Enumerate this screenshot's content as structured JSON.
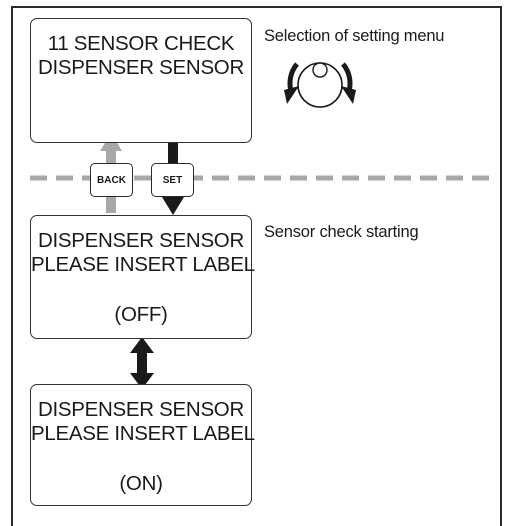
{
  "screens": [
    {
      "lines": [
        "11 SENSOR CHECK",
        "DISPENSER SENSOR"
      ]
    },
    {
      "lines": [
        "DISPENSER SENSOR",
        "PLEASE INSERT LABEL",
        "(OFF)"
      ]
    },
    {
      "lines": [
        "DISPENSER SENSOR",
        "PLEASE INSERT LABEL",
        "(ON)"
      ]
    }
  ],
  "notes": {
    "dial": "Selection of setting menu",
    "start": "Sensor check starting"
  },
  "keys": {
    "back": "BACK",
    "set": "SET"
  },
  "icons": [
    "rotary-dial-icon",
    "arrow-up-icon",
    "arrow-down-icon",
    "double-arrow-icon"
  ],
  "colors": {
    "line": "#2b2b2b",
    "back_arrow": "#a8a8a8",
    "divider": "#a8a8a8"
  }
}
